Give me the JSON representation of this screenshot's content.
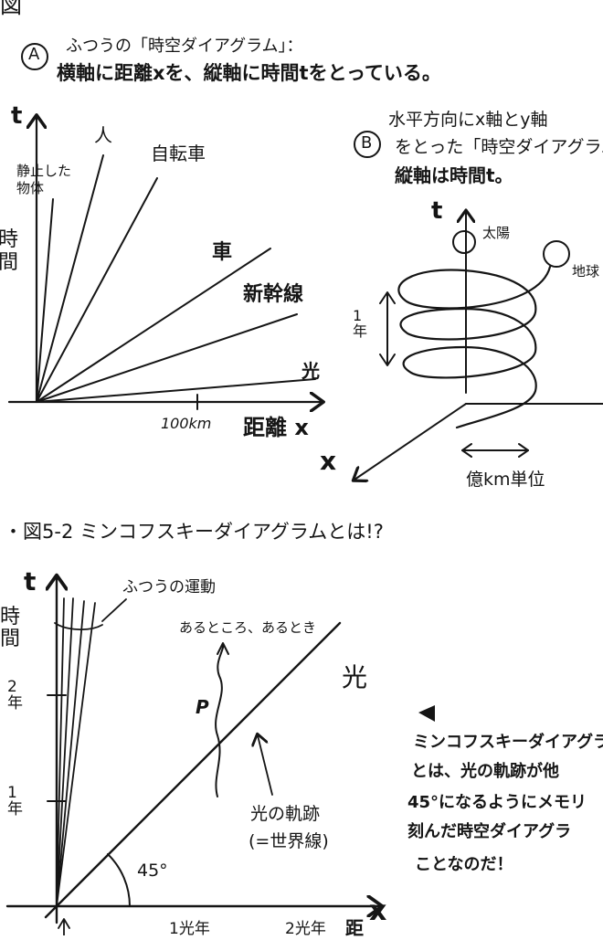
{
  "top_cut": "図",
  "section_a": {
    "marker": "A",
    "line1": "ふつうの「時空ダイアグラム」：",
    "line2": "横軸に距離xを、縦軸に時間tをとっている。",
    "axis_t": "t",
    "axis_t_label": "時間",
    "axis_x_label": "距離 x",
    "tick_100km": "100km",
    "lines": {
      "static": "静止した物体",
      "person": "人",
      "bicycle": "自転車",
      "car": "車",
      "shinkansen": "新幹線",
      "light": "光"
    }
  },
  "section_b": {
    "marker": "B",
    "line1": "水平方向にx軸とy軸",
    "line2": "をとった「時空ダイアグラム",
    "line3": "縦軸は時間t。",
    "axis_t": "t",
    "sun": "太陽",
    "earth": "地球",
    "year": "1年",
    "axis_x": "x",
    "unit": "億km単位"
  },
  "section_c": {
    "heading": "・図5-2 ミンコフスキーダイアグラムとは!?",
    "axis_t": "t",
    "axis_t_label": "時間",
    "axis_x": "x",
    "tick_2y": "2年",
    "tick_1y": "1年",
    "bottom_1": "1光年",
    "bottom_2": "2光年",
    "bottom_3": "距",
    "ordinary_motion": "ふつうの運動",
    "event": "あるところ、あるとき",
    "event_point": "P",
    "light": "光",
    "light_path": "光の軌跡",
    "world_line": "(=世界線)",
    "angle": "45°",
    "note": [
      "ミンコフスキーダイアグラ",
      "とは、光の軌跡が他",
      "45°になるようにメモリ",
      "刻んだ時空ダイアグラ",
      "ことなのだ！"
    ]
  }
}
